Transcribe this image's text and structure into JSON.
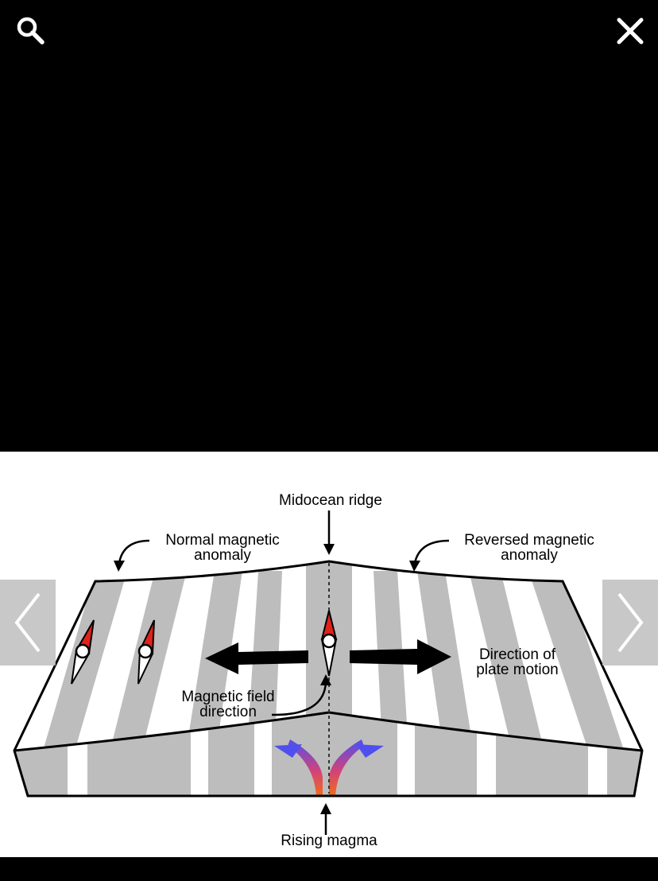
{
  "viewer": {
    "search_icon": "magnifier",
    "close_icon": "x-mark",
    "prev_icon": "chevron-left",
    "next_icon": "chevron-right"
  },
  "figure": {
    "label_ridge": "Midocean ridge",
    "label_normal_1": "Normal magnetic",
    "label_normal_2": "anomaly",
    "label_reversed_1": "Reversed magnetic",
    "label_reversed_2": "anomaly",
    "label_direction_1": "Direction of",
    "label_direction_2": "plate motion",
    "label_field_1": "Magnetic field",
    "label_field_2": "direction",
    "label_magma": "Rising magma"
  },
  "colors": {
    "background": "#000000",
    "stripe_gray": "#bdbdbd",
    "compass_red": "#e0221b",
    "magma_blue": "#4f4ff0",
    "magma_orange": "#f26a1b"
  }
}
